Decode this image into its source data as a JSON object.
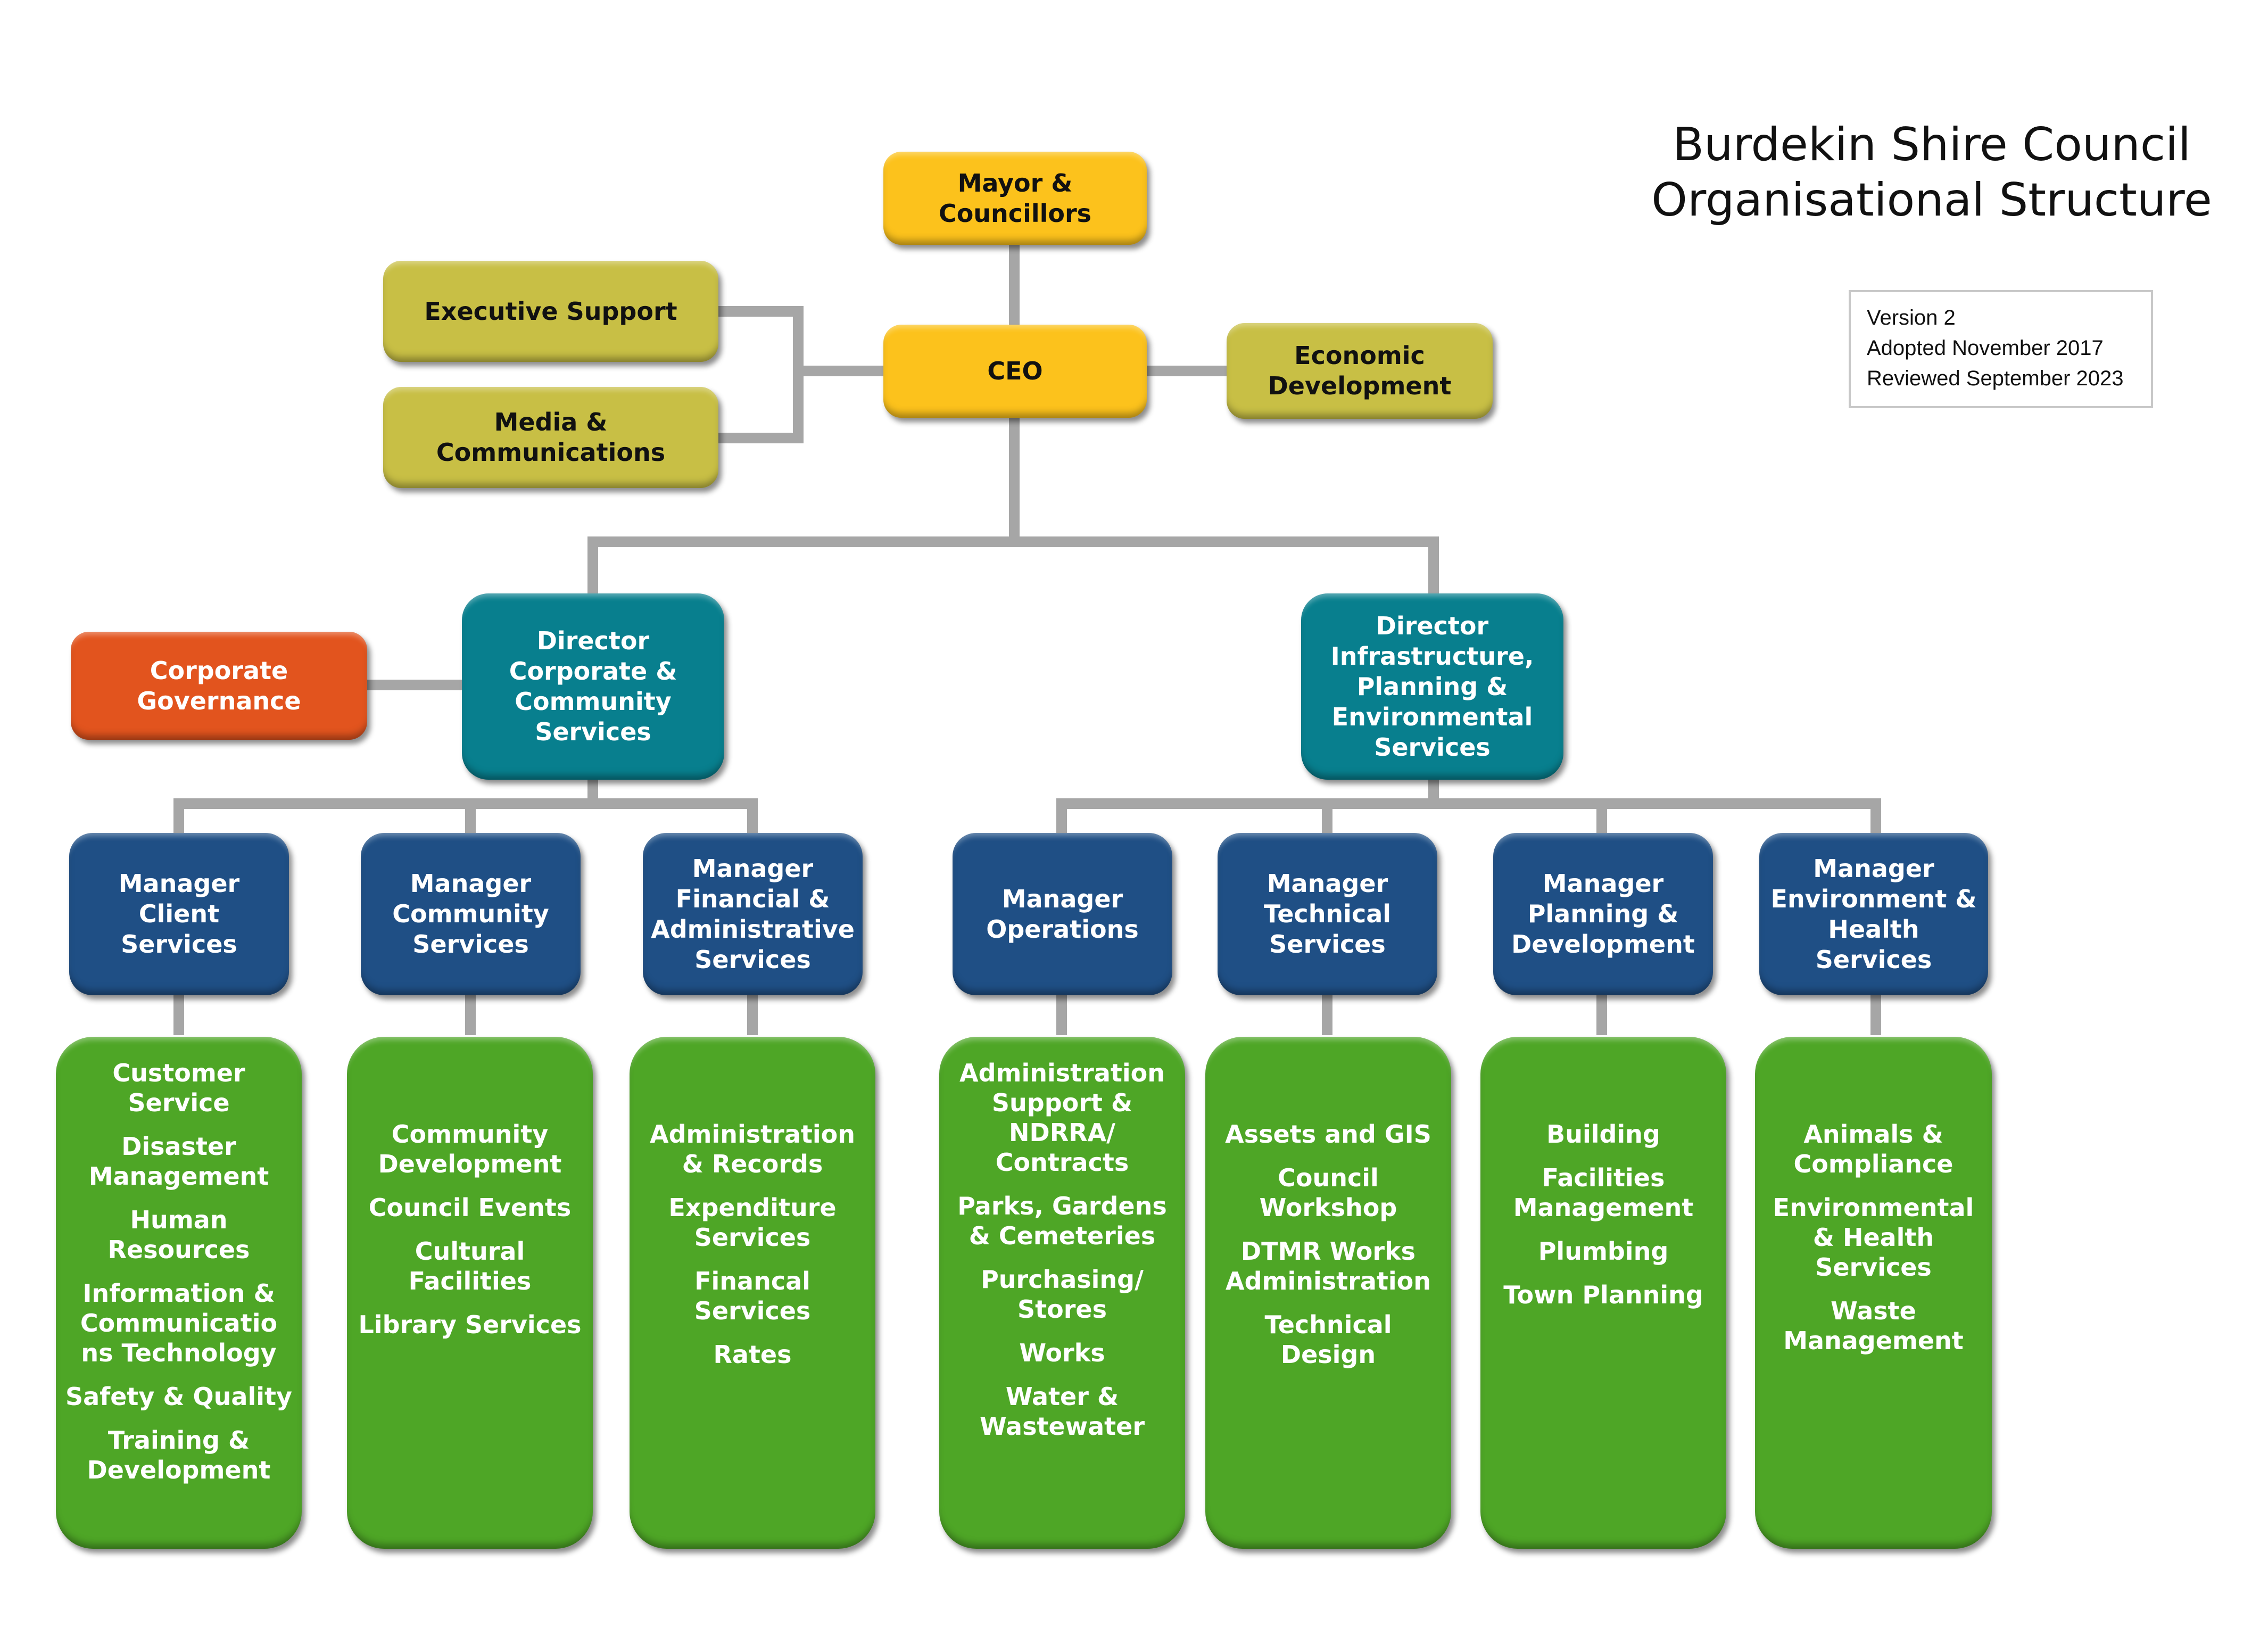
{
  "title": {
    "line1": "Burdekin Shire Council",
    "line2": "Organisational Structure"
  },
  "version_info": {
    "version": "Version 2",
    "adopted": "Adopted November 2017",
    "reviewed": "Reviewed September 2023"
  },
  "colors": {
    "executive": "#fcc21c",
    "support": "#c8bf45",
    "governance": "#e2541e",
    "director": "#087f8e",
    "manager": "#1f4f85",
    "team": "#4ea626",
    "connector": "#a6a6a6"
  },
  "executive": {
    "mayor": "Mayor &\nCouncillors",
    "ceo": "CEO",
    "executive_support": "Executive Support",
    "media": "Media &\nCommunications",
    "economic_development": "Economic\nDevelopment",
    "corporate_governance": "Corporate\nGovernance"
  },
  "directors": [
    {
      "label": "Director\nCorporate &\nCommunity\nServices"
    },
    {
      "label": "Director\nInfrastructure,\nPlanning &\nEnvironmental\nServices"
    }
  ],
  "managers": [
    {
      "label": "Manager\nClient\nServices",
      "teams": [
        "Customer\nService",
        "Disaster\nManagement",
        "Human\nResources",
        "Information &\nCommunicatio\nns Technology",
        "Safety & Quality",
        "Training &\nDevelopment"
      ]
    },
    {
      "label": "Manager\nCommunity\nServices",
      "teams": [
        "Community\nDevelopment",
        "Council Events",
        "Cultural\nFacilities",
        "Library Services"
      ]
    },
    {
      "label": "Manager\nFinancial &\nAdministrative\nServices",
      "teams": [
        "Administration\n& Records",
        "Expenditure\nServices",
        "Financal\nServices",
        "Rates"
      ]
    },
    {
      "label": "Manager\nOperations",
      "teams": [
        "Administration\nSupport &\nNDRRA/\nContracts",
        "Parks, Gardens\n& Cemeteries",
        "Purchasing/\nStores",
        "Works",
        "Water &\nWastewater"
      ]
    },
    {
      "label": "Manager\nTechnical\nServices",
      "teams": [
        "Assets and GIS",
        "Council\nWorkshop",
        "DTMR Works\nAdministration",
        "Technical\nDesign"
      ]
    },
    {
      "label": "Manager\nPlanning &\nDevelopment",
      "teams": [
        "Building",
        "Facilities\nManagement",
        "Plumbing",
        "Town Planning"
      ]
    },
    {
      "label": "Manager\nEnvironment &\nHealth\nServices",
      "teams": [
        "Animals &\nCompliance",
        "Environmental\n& Health\nServices",
        "Waste\nManagement"
      ]
    }
  ]
}
